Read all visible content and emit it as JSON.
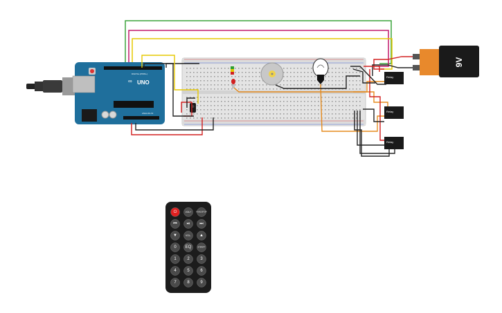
{
  "arduino": {
    "brand_text": "UNO",
    "logo_symbol": "∞",
    "board_color": "#1f6f9c",
    "header_labels": [
      "DIGITAL (PWM~)",
      "ANALOG IN"
    ]
  },
  "battery": {
    "label": "9V",
    "body_color": "#e8892c",
    "cap_color": "#1a1a1a"
  },
  "relays": [
    {
      "name": "relay-top",
      "label": "Relay"
    },
    {
      "name": "relay-middle",
      "label": "Relay"
    },
    {
      "name": "relay-bottom",
      "label": "Relay"
    }
  ],
  "wire_colors": {
    "green": "#3aa33a",
    "magenta": "#c2186b",
    "yellow": "#e6c800",
    "red": "#d21f1f",
    "orange": "#e58a1c",
    "black": "#222222"
  },
  "remote": {
    "buttons": [
      {
        "name": "power-button",
        "label": "⏻",
        "kind": "power"
      },
      {
        "name": "vol-up-button",
        "label": "VOL+",
        "kind": "normal"
      },
      {
        "name": "func-stop-button",
        "label": "FUNC/STOP",
        "kind": "normal"
      },
      {
        "name": "prev-button",
        "label": "⏮",
        "kind": "normal"
      },
      {
        "name": "play-pause-button",
        "label": "⏯",
        "kind": "normal"
      },
      {
        "name": "next-button",
        "label": "⏭",
        "kind": "normal"
      },
      {
        "name": "down-button",
        "label": "▼",
        "kind": "normal"
      },
      {
        "name": "vol-down-button",
        "label": "VOL-",
        "kind": "normal"
      },
      {
        "name": "up-button",
        "label": "▲",
        "kind": "normal"
      },
      {
        "name": "zero-button",
        "label": "0",
        "kind": "normal"
      },
      {
        "name": "eq-button",
        "label": "EQ",
        "kind": "normal"
      },
      {
        "name": "st-rept-button",
        "label": "ST/REPT",
        "kind": "normal"
      },
      {
        "name": "digit-1-button",
        "label": "1",
        "kind": "normal"
      },
      {
        "name": "digit-2-button",
        "label": "2",
        "kind": "normal"
      },
      {
        "name": "digit-3-button",
        "label": "3",
        "kind": "normal"
      },
      {
        "name": "digit-4-button",
        "label": "4",
        "kind": "normal"
      },
      {
        "name": "digit-5-button",
        "label": "5",
        "kind": "normal"
      },
      {
        "name": "digit-6-button",
        "label": "6",
        "kind": "normal"
      },
      {
        "name": "digit-7-button",
        "label": "7",
        "kind": "normal"
      },
      {
        "name": "digit-8-button",
        "label": "8",
        "kind": "normal"
      },
      {
        "name": "digit-9-button",
        "label": "9",
        "kind": "normal"
      }
    ]
  }
}
